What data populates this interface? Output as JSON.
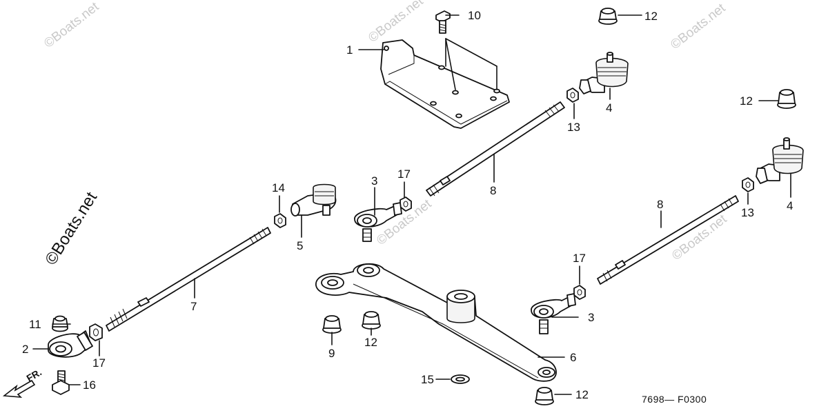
{
  "watermark": "©Boats.net",
  "diagram_code": "7698— F0300",
  "direction_label": "FR.",
  "callouts": {
    "c1": "1",
    "c2": "2",
    "c3a": "3",
    "c3b": "3",
    "c4a": "4",
    "c4b": "4",
    "c5": "5",
    "c6": "6",
    "c7": "7",
    "c8a": "8",
    "c8b": "8",
    "c9": "9",
    "c10": "10",
    "c11": "11",
    "c12a": "12",
    "c12b": "12",
    "c12c": "12",
    "c12d": "12",
    "c13a": "13",
    "c13b": "13",
    "c14": "14",
    "c15": "15",
    "c16": "16",
    "c17a": "17",
    "c17b": "17",
    "c17c": "17"
  },
  "colors": {
    "line": "#111111",
    "watermark": "#c9c9c9",
    "background": "#ffffff"
  }
}
